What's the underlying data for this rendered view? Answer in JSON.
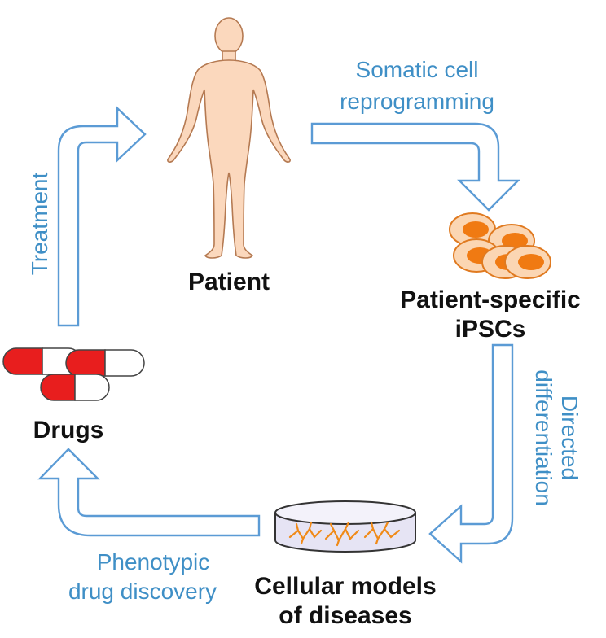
{
  "colors": {
    "arrow_stroke": "#5b9bd5",
    "step_text": "#3f8fc6",
    "skin_fill": "#fbd8bd",
    "skin_stroke": "#b57a52",
    "cell_orange": "#f39432",
    "cell_light": "#fbd6b3",
    "cell_nucleus": "#f07a12",
    "pill_red": "#e81e1e",
    "pill_white": "#ffffff",
    "dish_tint": "#e6e4f4",
    "neuron_orange": "#f08a18"
  },
  "nodes": {
    "patient": "Patient",
    "ipsc_line1": "Patient-specific",
    "ipsc_line2": "iPSCs",
    "models_line1": "Cellular models",
    "models_line2": "of diseases",
    "drugs": "Drugs"
  },
  "steps": {
    "reprogramming_line1": "Somatic cell",
    "reprogramming_line2": "reprogramming",
    "differentiation_line1": "Directed",
    "differentiation_line2": "differentiation",
    "discovery_line1": "Phenotypic",
    "discovery_line2": "drug discovery",
    "treatment": "Treatment"
  },
  "icons": {
    "patient": "human-figure-icon",
    "ipsc": "cell-cluster-icon",
    "models": "petri-dish-icon",
    "drugs": "capsule-pills-icon"
  }
}
